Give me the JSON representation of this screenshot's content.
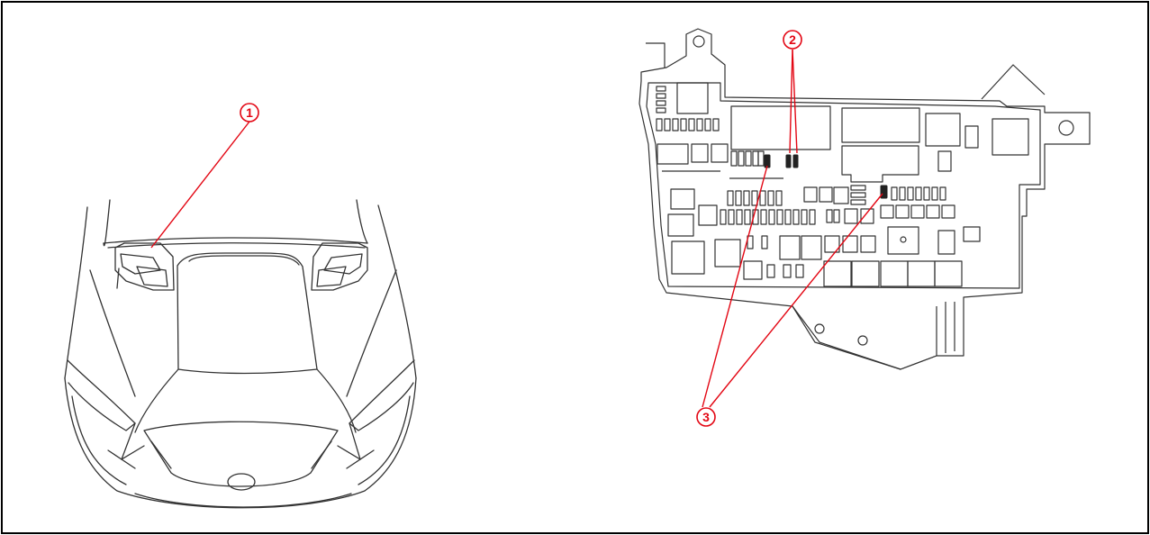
{
  "figure": {
    "callouts": [
      {
        "label": "1"
      },
      {
        "label": "2"
      },
      {
        "label": "3"
      }
    ],
    "colors": {
      "line": "#333333",
      "callout": "#e30613",
      "border": "#000000"
    },
    "components": {
      "car": "car-front-hood-open-icon",
      "fuse_box": "engine-room-fuse-relay-block-icon"
    }
  }
}
